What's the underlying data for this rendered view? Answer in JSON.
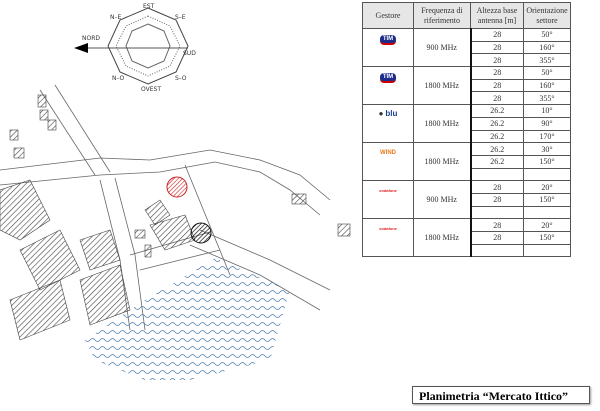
{
  "compass": {
    "north": "NORD",
    "east": "EST",
    "south": "SUD",
    "west": "OVEST",
    "ne": "N–E",
    "se": "S–E",
    "no": "N–O",
    "so": "S–O"
  },
  "table": {
    "headers": [
      "Gestore",
      "Frequenza di riferimento",
      "Altezza base antenna [m]",
      "Orientazione settore"
    ],
    "groups": [
      {
        "operator": "TIM",
        "freq": "900 MHz",
        "rows": [
          [
            "28",
            "50°"
          ],
          [
            "28",
            "160°"
          ],
          [
            "28",
            "355°"
          ]
        ]
      },
      {
        "operator": "TIM",
        "freq": "1800 MHz",
        "rows": [
          [
            "28",
            "50°"
          ],
          [
            "28",
            "160°"
          ],
          [
            "28",
            "355°"
          ]
        ]
      },
      {
        "operator": "blu",
        "freq": "1800 MHz",
        "rows": [
          [
            "26.2",
            "10°"
          ],
          [
            "26.2",
            "90°"
          ],
          [
            "26.2",
            "170°"
          ]
        ]
      },
      {
        "operator": "WIND",
        "freq": "1800 MHz",
        "rows": [
          [
            "26.2",
            "30°"
          ],
          [
            "26.2",
            "150°"
          ],
          [
            "",
            ""
          ]
        ]
      },
      {
        "operator": "vodafone",
        "freq": "900 MHz",
        "rows": [
          [
            "28",
            "20°"
          ],
          [
            "28",
            "150°"
          ],
          [
            "",
            ""
          ]
        ]
      },
      {
        "operator": "vodafone",
        "freq": "1800 MHz",
        "rows": [
          [
            "28",
            "20°"
          ],
          [
            "28",
            "150°"
          ],
          [
            "",
            ""
          ]
        ]
      }
    ]
  },
  "caption": "Planimetria “Mercato Ittico”",
  "colors": {
    "site_red": "#d33",
    "site_black": "#111",
    "water": "#4a7fb0"
  }
}
